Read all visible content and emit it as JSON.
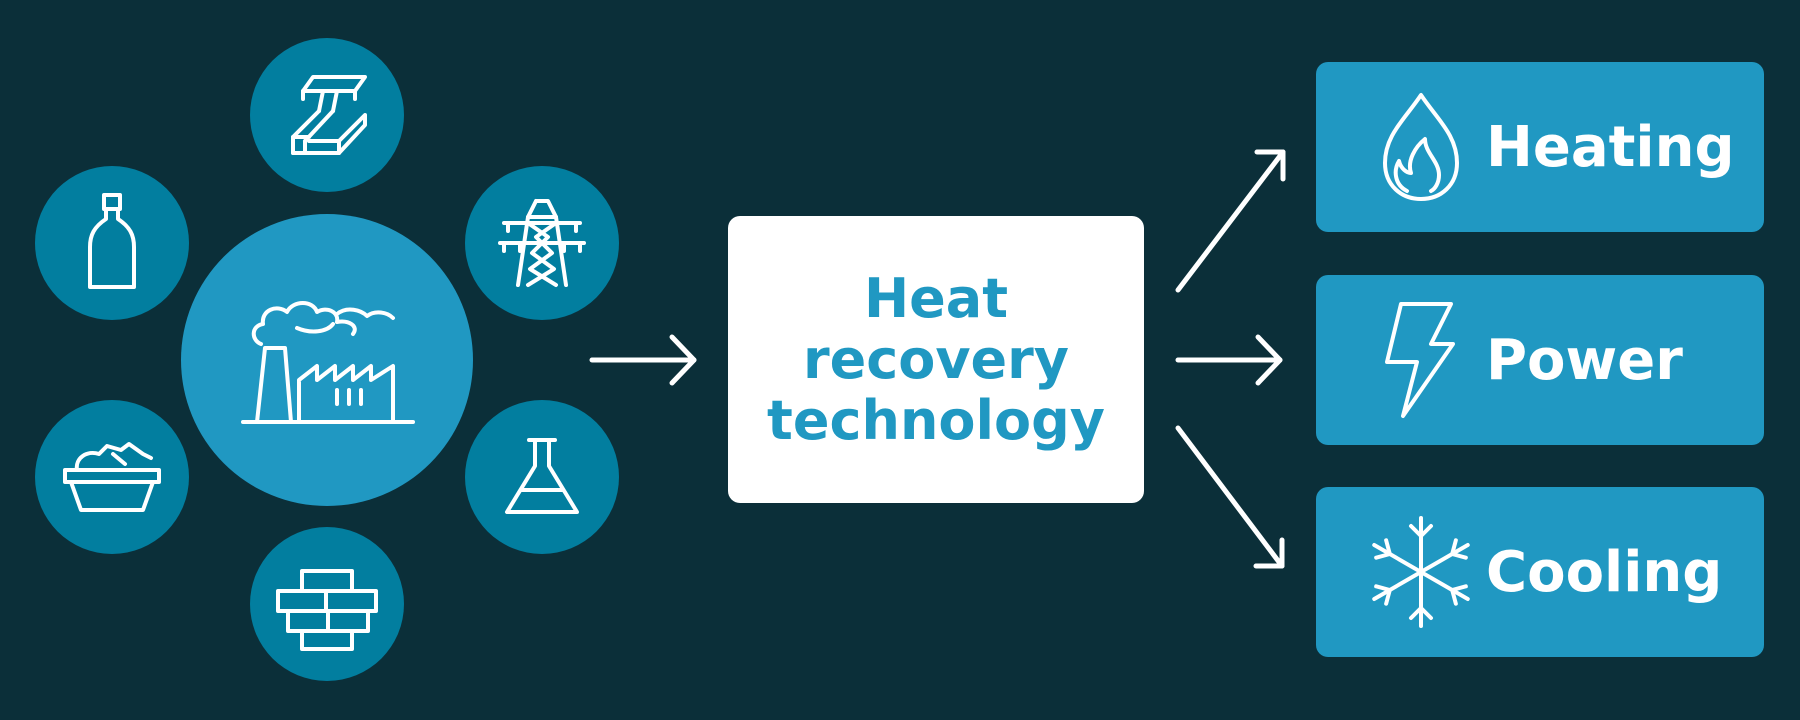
{
  "colors": {
    "background": "#0b2f39",
    "small_circle": "#027e9f",
    "accent": "#2098c2",
    "white": "#ffffff"
  },
  "sources": {
    "center": {
      "icon": "factory-icon"
    },
    "satellites": [
      {
        "icon": "steel-beam-icon"
      },
      {
        "icon": "power-pylon-icon"
      },
      {
        "icon": "chemistry-flask-icon"
      },
      {
        "icon": "bricks-icon"
      },
      {
        "icon": "basket-icon"
      },
      {
        "icon": "bottle-icon"
      }
    ]
  },
  "process": {
    "title": "Heat\nrecovery\ntechnology"
  },
  "outputs": [
    {
      "label": "Heating",
      "icon": "flame-icon"
    },
    {
      "label": "Power",
      "icon": "lightning-bolt-icon"
    },
    {
      "label": "Cooling",
      "icon": "snowflake-icon"
    }
  ]
}
